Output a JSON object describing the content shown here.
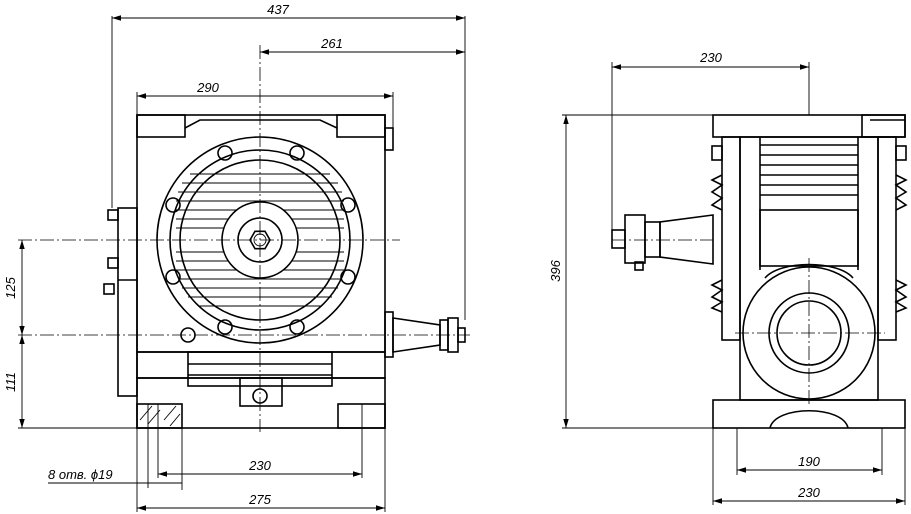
{
  "dimensions": {
    "overall_width": "437",
    "motor_axis_to_end": "261",
    "body_width": "290",
    "axis_height_upper": "125",
    "axis_height_lower": "111",
    "holes_note": "8 отв. ϕ19",
    "mount_spacing": "230",
    "base_length": "275",
    "side_width": "230",
    "side_height": "396",
    "side_mount_spacing": "190",
    "side_base_width": "230"
  }
}
